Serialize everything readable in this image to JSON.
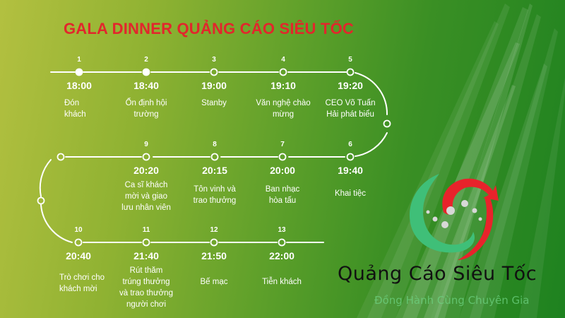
{
  "title": "GALA DINNER QUẢNG CÁO SIÊU TỐC",
  "colors": {
    "title": "#e2262c",
    "line": "#ffffff",
    "bg_left": "#b3c040",
    "bg_right": "#1e8220",
    "logo_green": "#3fbf78",
    "logo_red": "#e8232b",
    "logo_dots": "#d8d8d8"
  },
  "steps": [
    {
      "num": "1",
      "time": "18:00",
      "desc": [
        "Đón",
        "khách"
      ],
      "filled": true
    },
    {
      "num": "2",
      "time": "18:40",
      "desc": [
        "Ổn định hội",
        "trường"
      ],
      "filled": true
    },
    {
      "num": "3",
      "time": "19:00",
      "desc": [
        "Stanby"
      ],
      "filled": false
    },
    {
      "num": "4",
      "time": "19:10",
      "desc": [
        "Văn nghệ chào",
        "mừng"
      ],
      "filled": false
    },
    {
      "num": "5",
      "time": "19:20",
      "desc": [
        "CEO Võ Tuấn",
        "Hải phát biểu"
      ],
      "filled": false
    },
    {
      "num": "6",
      "time": "19:40",
      "desc": [
        "Khai tiệc"
      ],
      "filled": false
    },
    {
      "num": "7",
      "time": "20:00",
      "desc": [
        "Ban nhạc",
        "hòa tấu"
      ],
      "filled": false
    },
    {
      "num": "8",
      "time": "20:15",
      "desc": [
        "Tôn vinh và",
        "trao thưởng"
      ],
      "filled": false
    },
    {
      "num": "9",
      "time": "20:20",
      "desc": [
        "Ca sĩ khách",
        "mời và giao",
        "lưu nhân viên"
      ],
      "filled": false
    },
    {
      "num": "10",
      "time": "20:40",
      "desc": [
        "Trò chơi cho",
        "khách mời"
      ],
      "filled": false
    },
    {
      "num": "11",
      "time": "21:40",
      "desc": [
        "Rút thăm",
        "trúng thưởng",
        "và trao thưởng",
        "người chơi"
      ],
      "filled": false
    },
    {
      "num": "12",
      "time": "21:50",
      "desc": [
        "Bế mạc"
      ],
      "filled": false
    },
    {
      "num": "13",
      "time": "22:00",
      "desc": [
        "Tiễn khách"
      ],
      "filled": false
    }
  ],
  "logo": {
    "icon": "swirl-logo-icon",
    "brand": "Quảng Cáo Siêu Tốc",
    "tagline": "Đồng Hành Cùng Chuyên Gia"
  }
}
